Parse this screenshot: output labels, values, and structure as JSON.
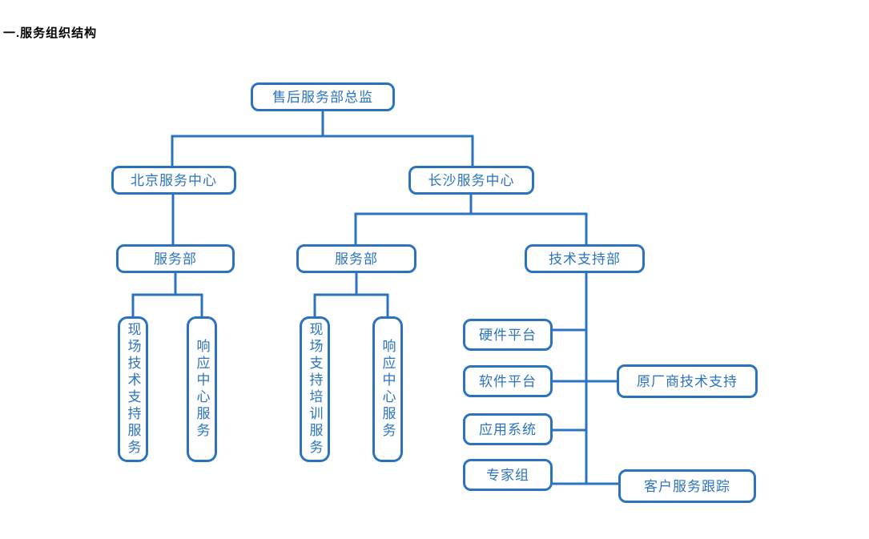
{
  "accent_color": "#2B73BF",
  "title": "一.服务组织结构",
  "nodes": {
    "director": {
      "label": "售后服务部总监"
    },
    "beijing_center": {
      "label": "北京服务中心"
    },
    "changsha_center": {
      "label": "长沙服务中心"
    },
    "beijing_service_dept": {
      "label": "服务部"
    },
    "changsha_service_dept": {
      "label": "服务部"
    },
    "tech_support_dept": {
      "label": "技术支持部"
    },
    "onsite_tech_support_service": {
      "label": "现场技术支持服务"
    },
    "response_center_service_beijing": {
      "label": "响应中心服务"
    },
    "onsite_support_training_service": {
      "label": "现场支持培训服务"
    },
    "response_center_service_changsha": {
      "label": "响应中心服务"
    },
    "hardware_platform": {
      "label": "硬件平台"
    },
    "software_platform": {
      "label": "软件平台"
    },
    "application_system": {
      "label": "应用系统"
    },
    "expert_group": {
      "label": "专家组"
    },
    "oem_tech_support": {
      "label": "原厂商技术支持"
    },
    "customer_service_tracking": {
      "label": "客户服务跟踪"
    }
  }
}
